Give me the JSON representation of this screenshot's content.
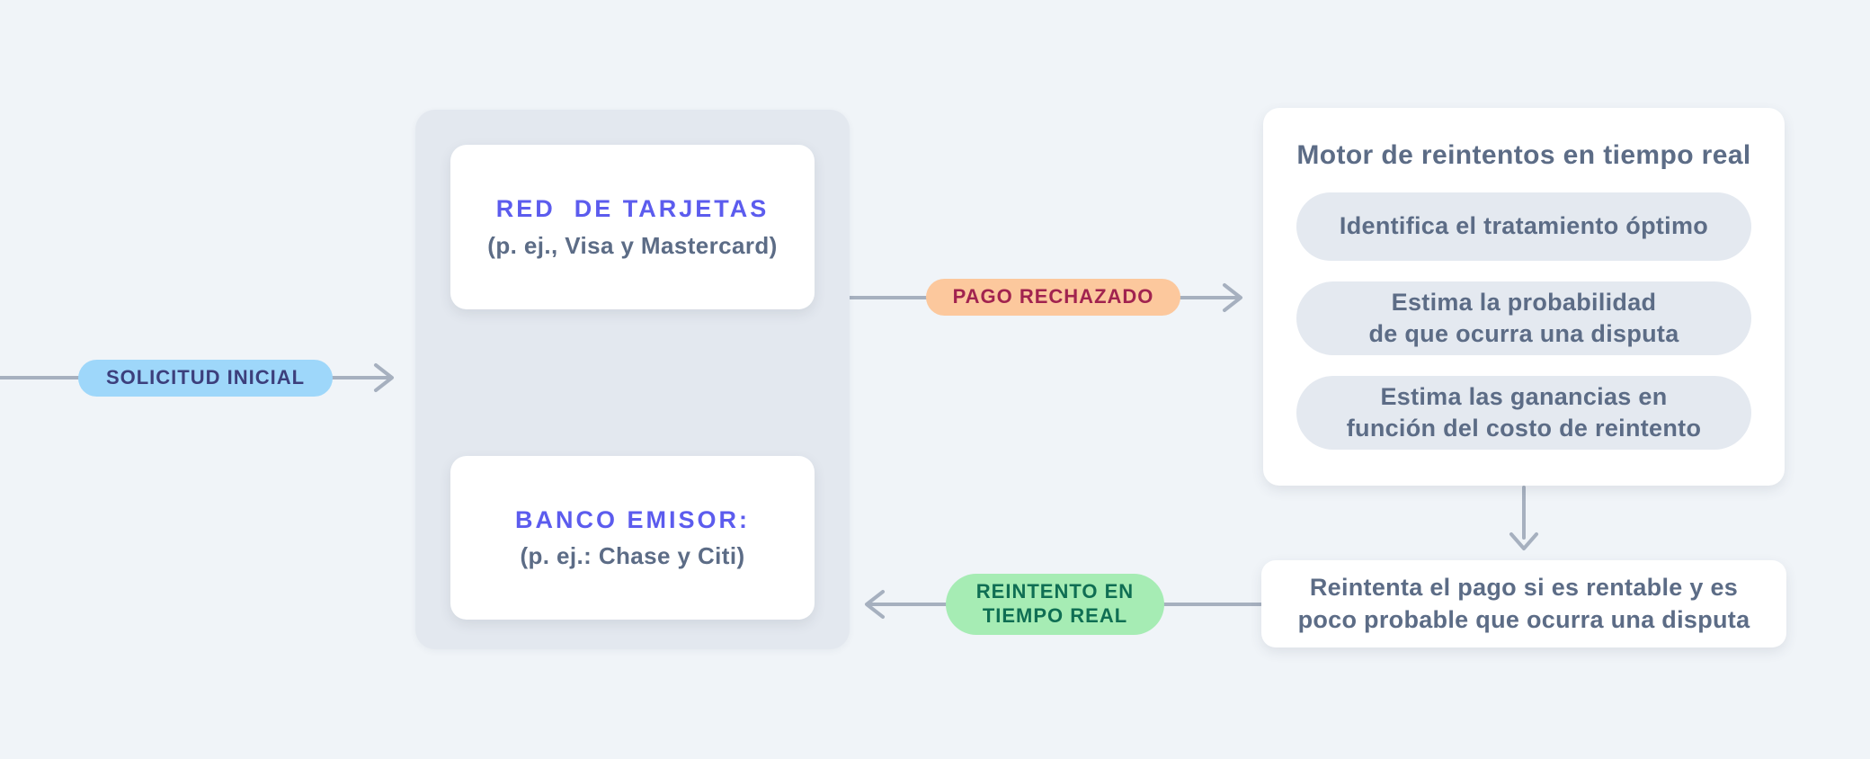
{
  "diagram": {
    "initial_badge": {
      "label": "SOLICITUD INICIAL",
      "bg": "#9ed7fa",
      "text_color": "#3c3f7c"
    },
    "network_panel": {
      "card_network": {
        "title": "RED  DE TARJETAS",
        "subtitle": "(p. ej., Visa y Mastercard)"
      },
      "issuing_bank": {
        "title": "BANCO EMISOR:",
        "subtitle": "(p. ej.: Chase y Citi)"
      }
    },
    "declined_badge": {
      "label": "PAGO RECHAZADO",
      "bg": "#fcc89d",
      "text_color": "#a1234f"
    },
    "retry_engine": {
      "title": "Motor de reintentos en tiempo real",
      "steps": [
        "Identifica el tratamiento óptimo",
        "Estima la probabilidad\nde que ocurra una disputa",
        "Estima las ganancias en\nfunción del costo de reintento"
      ]
    },
    "outcome_card": {
      "text": "Reintenta el pago si es rentable y es\npoco probable que ocurra una disputa"
    },
    "retry_badge": {
      "label": "REINTENTO EN\nTIEMPO REAL",
      "bg": "#a6ecb4",
      "text_color": "#0f6e53"
    }
  },
  "colors": {
    "background": "#f0f4f8",
    "panel": "#e3e8ef",
    "card": "#ffffff",
    "pill": "#e4e9f0",
    "connector_line": "#a6b0bf",
    "connector_dashed": "#aeb8c6",
    "accent_purple": "#5c5cee",
    "text_slate": "#5c6c86"
  }
}
